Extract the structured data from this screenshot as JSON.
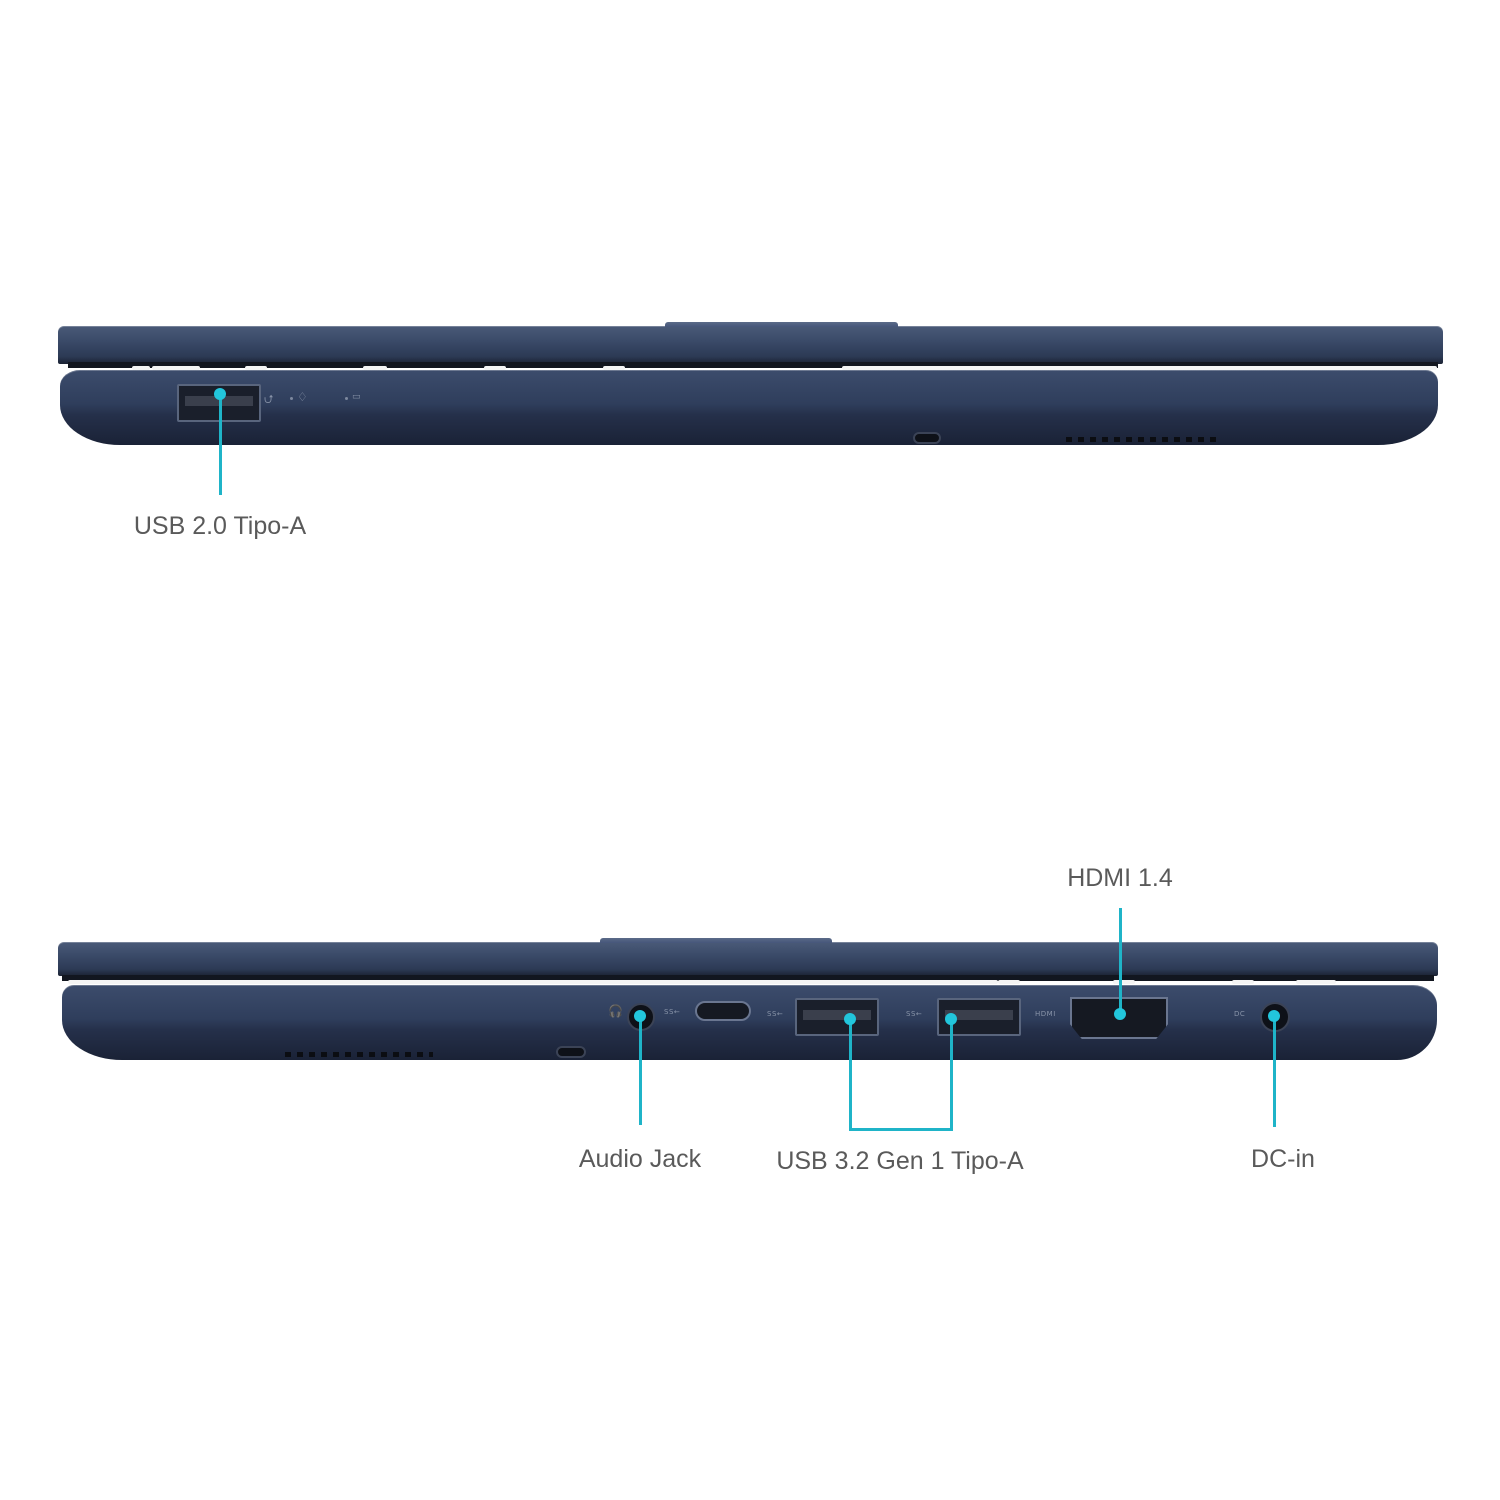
{
  "top_view": {
    "ports": [
      {
        "id": "usb2-typea",
        "label": "USB 2.0 Tipo-A"
      }
    ],
    "indicator_icons": [
      "usb-symbol",
      "power-led",
      "battery-led"
    ]
  },
  "bottom_view": {
    "ports": [
      {
        "id": "audio-jack",
        "label": "Audio Jack"
      },
      {
        "id": "usb32-typea",
        "label": "USB 3.2 Gen 1 Tipo-A"
      },
      {
        "id": "hdmi",
        "label": "HDMI 1.4"
      },
      {
        "id": "dc-in",
        "label": "DC-in"
      }
    ],
    "port_markings": {
      "usbc": "SS←",
      "usba1": "SS←",
      "usba2": "SS←",
      "hdmi": "HDMI",
      "dc": "DC"
    }
  },
  "colors": {
    "callout": "#1fb4c8",
    "label_text": "#5a5a5a",
    "chassis": "#2f3e5c"
  }
}
